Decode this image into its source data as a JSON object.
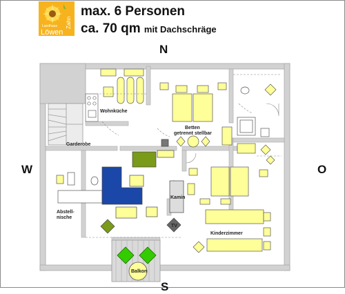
{
  "header": {
    "line1": "max. 6 Personen",
    "line2_main": "ca. 70 qm",
    "line2_sub": "mit Dachschräge"
  },
  "logo": {
    "icon": "sunflower-logo",
    "text_top": "Landhaus",
    "text_bottom": "Löwen",
    "text_side": "Zahn"
  },
  "compass": {
    "north": "N",
    "south": "S",
    "west": "W",
    "east": "O"
  },
  "rooms": {
    "wohnkueche": "Wohnküche",
    "betten_line1": "Betten",
    "betten_line2": "getrennt stellbar",
    "garderobe": "Garderobe",
    "kamin": "Kamin",
    "abstell_line1": "Abstell-",
    "abstell_line2": "nische",
    "kinderzimmer": "Kinderzimmer",
    "tv": "TV",
    "balkon": "Balkon"
  },
  "colors": {
    "furniture": "#ffff99",
    "sofa_blue": "#1a47a8",
    "olive": "#7a9a1a",
    "balcony_green": "#33cc00",
    "wall_gray": "#d2d2d2"
  }
}
